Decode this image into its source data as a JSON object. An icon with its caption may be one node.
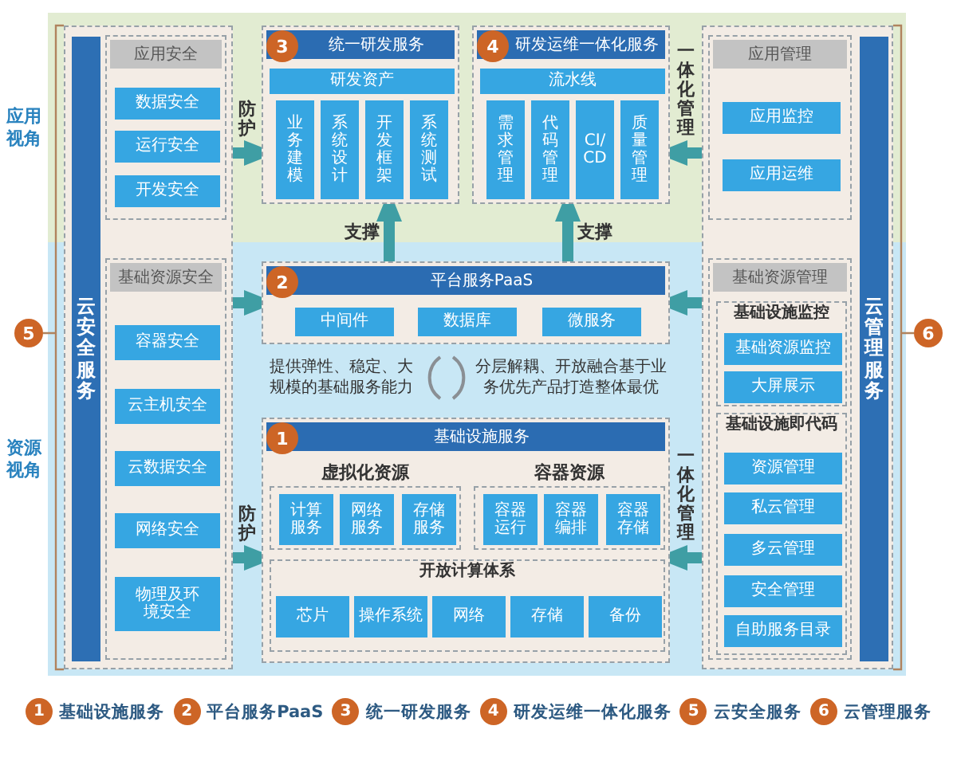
{
  "diagram": {
    "nodes": [
      {
        "text": [
          "应用视角"
        ]
      },
      {
        "text": [
          "资源视角"
        ]
      },
      {
        "text": [
          "5"
        ]
      },
      {
        "text": [],
        "shape": "box"
      },
      {
        "text": [
          "云安全服务"
        ],
        "in": 3
      },
      {
        "text": [
          "应用安全"
        ]
      },
      {
        "text": [
          "数据安全"
        ],
        "in": 5
      },
      {
        "text": [
          "运行安全"
        ],
        "in": 5
      },
      {
        "text": [
          "开发安全"
        ],
        "in": 5
      },
      {
        "text": [
          "基础资源安全"
        ]
      },
      {
        "text": [
          "容器安全"
        ],
        "in": 9
      },
      {
        "text": [
          "云主机安全"
        ],
        "in": 9
      },
      {
        "text": [
          "云数据安全"
        ],
        "in": 9
      },
      {
        "text": [
          "网络安全"
        ],
        "in": 9
      },
      {
        "text": [
          "物理及环境安全"
        ],
        "in": 9
      },
      {
        "text": [
          "统一研发服务"
        ],
        "in": 0
      },
      {
        "text": [
          "3"
        ],
        "in": 15
      },
      {
        "text": [
          "研发资产"
        ],
        "in": 15
      },
      {
        "text": [
          "业务建模"
        ],
        "in": 15
      },
      {
        "text": [
          "系统设计"
        ],
        "in": 15
      },
      {
        "text": [
          "开发框架"
        ],
        "in": 15
      },
      {
        "text": [
          "系统测试"
        ],
        "in": 15
      },
      {
        "text": [
          "研发运维一体化服务"
        ],
        "in": 0
      },
      {
        "text": [
          "4"
        ],
        "in": 22
      },
      {
        "text": [
          "流水线"
        ],
        "in": 22
      },
      {
        "text": [
          "需求管理"
        ],
        "in": 22
      },
      {
        "text": [
          "代码管理"
        ],
        "in": 22
      },
      {
        "text": [
          "CI/CD"
        ],
        "in": 22
      },
      {
        "text": [
          "质量管理"
        ],
        "in": 22
      },
      {
        "text": [
          "平台服务PaaS"
        ],
        "in": 1
      },
      {
        "text": [
          "2"
        ],
        "in": 29
      },
      {
        "text": [
          "中间件"
        ],
        "in": 29
      },
      {
        "text": [
          "数据库"
        ],
        "in": 29
      },
      {
        "text": [
          "微服务"
        ],
        "in": 29
      },
      {
        "text": [
          "基础设施服务"
        ],
        "in": 1
      },
      {
        "text": [
          "1"
        ],
        "in": 34
      },
      {
        "text": [
          "虚拟化资源"
        ],
        "in": 34
      },
      {
        "text": [
          "计算服务"
        ],
        "in": 36
      },
      {
        "text": [
          "网络服务"
        ],
        "in": 36
      },
      {
        "text": [
          "存储服务"
        ],
        "in": 36
      },
      {
        "text": [
          "容器资源"
        ],
        "in": 34
      },
      {
        "text": [
          "容器运行"
        ],
        "in": 40
      },
      {
        "text": [
          "容器编排"
        ],
        "in": 40
      },
      {
        "text": [
          "容器存储"
        ],
        "in": 40
      },
      {
        "text": [
          "开放计算体系"
        ],
        "in": 34
      },
      {
        "text": [
          "芯片"
        ],
        "in": 44
      },
      {
        "text": [
          "操作系统"
        ],
        "in": 44
      },
      {
        "text": [
          "网络"
        ],
        "in": 44
      },
      {
        "text": [
          "存储"
        ],
        "in": 44
      },
      {
        "text": [
          "备份"
        ],
        "in": 44
      },
      {
        "text": [],
        "shape": "box"
      },
      {
        "text": [
          "云管理服务"
        ],
        "in": 50
      },
      {
        "text": [
          "应用管理"
        ]
      },
      {
        "text": [
          "应用监控"
        ],
        "in": 52
      },
      {
        "text": [
          "应用运维"
        ],
        "in": 52
      },
      {
        "text": [
          "基础资源管理"
        ]
      },
      {
        "text": [
          "基础设施监控"
        ],
        "in": 55
      },
      {
        "text": [
          "基础资源监控"
        ],
        "in": 56
      },
      {
        "text": [
          "大屏展示"
        ],
        "in": 56
      },
      {
        "text": [
          "基础设施即代码"
        ],
        "in": 55
      },
      {
        "text": [
          "资源管理"
        ],
        "in": 59
      },
      {
        "text": [
          "私云管理"
        ],
        "in": 59
      },
      {
        "text": [
          "多云管理"
        ],
        "in": 59
      },
      {
        "text": [
          "安全管理"
        ],
        "in": 59
      },
      {
        "text": [
          "自助服务目录"
        ],
        "in": 59
      },
      {
        "text": [
          "6"
        ]
      }
    ],
    "edges": [
      {
        "from": 3,
        "to": 15,
        "arrow": "to",
        "label": "防护"
      },
      {
        "from": 3,
        "to": 29,
        "arrow": "to"
      },
      {
        "from": 3,
        "to": 34,
        "arrow": "to",
        "label": "防护"
      },
      {
        "from": 29,
        "to": 15,
        "arrow": "to",
        "label": "支撑"
      },
      {
        "from": 29,
        "to": 22,
        "arrow": "to",
        "label": "支撑"
      },
      {
        "from": 50,
        "to": 22,
        "arrow": "to",
        "label": "一体化管理"
      },
      {
        "from": 50,
        "to": 29,
        "arrow": "to"
      },
      {
        "from": 50,
        "to": 34,
        "arrow": "to",
        "label": "一体化管理"
      },
      {
        "from": 2,
        "to": 3,
        "arrow": "none",
        "color": "#b0835e"
      },
      {
        "from": 65,
        "to": 50,
        "arrow": "none",
        "color": "#b0835e"
      }
    ],
    "labels": [
      "提供弹性、稳定、大规模的基础服务能力",
      "分层解耦、开放融合基于业务优先产品打造整体最优",
      "1",
      "2",
      "3",
      "4",
      "5",
      "6"
    ],
    "legend": [
      {
        "text": "基础设施服务"
      },
      {
        "text": "平台服务PaaS"
      },
      {
        "text": "统一研发服务"
      },
      {
        "text": "研发运维一体化服务"
      },
      {
        "text": "云安全服务"
      },
      {
        "text": "云管理服务"
      }
    ]
  }
}
